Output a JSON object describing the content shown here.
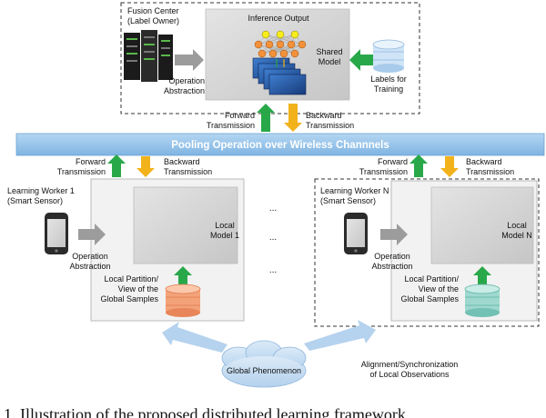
{
  "fusion": {
    "title_line1": "Fusion Center",
    "title_line2": "(Label Owner)",
    "inference": "Inference Output",
    "model_line1": "Shared",
    "model_line2": "Model",
    "op_line1": "Operation",
    "op_line2": "Abstraction",
    "labels_line1": "Labels for",
    "labels_line2": "Training"
  },
  "top_links": {
    "forward_line1": "Forward",
    "forward_line2": "Transmission",
    "backward_line1": "Backward",
    "backward_line2": "Transmission"
  },
  "pooling_bar": "Pooling Operation over Wireless Channnels",
  "worker1": {
    "title_line1": "Learning Worker 1",
    "title_line2": "(Smart Sensor)",
    "forward_line1": "Forward",
    "forward_line2": "Transmission",
    "backward_line1": "Backward",
    "backward_line2": "Transmission",
    "model_line1": "Local",
    "model_line2": "Model 1",
    "op_line1": "Operation",
    "op_line2": "Abstraction",
    "partition_line1": "Local Partition/",
    "partition_line2": "View of the",
    "partition_line3": "Global Samples"
  },
  "workerN": {
    "title_line1": "Learning Worker N",
    "title_line2": "(Smart Sensor)",
    "forward_line1": "Forward",
    "forward_line2": "Transmission",
    "backward_line1": "Backward",
    "backward_line2": "Transmission",
    "model_line1": "Local",
    "model_line2": "Model N",
    "op_line1": "Operation",
    "op_line2": "Abstraction",
    "partition_line1": "Local Partition/",
    "partition_line2": "View of the",
    "partition_line3": "Global Samples"
  },
  "ellipsis": "...",
  "phenomenon": "Global Phenomenon",
  "alignment_line1": "Alignment/Synchronization",
  "alignment_line2": "of Local Observations",
  "caption_fragment": "1.   Illustration of the proposed distributed learning framework"
}
